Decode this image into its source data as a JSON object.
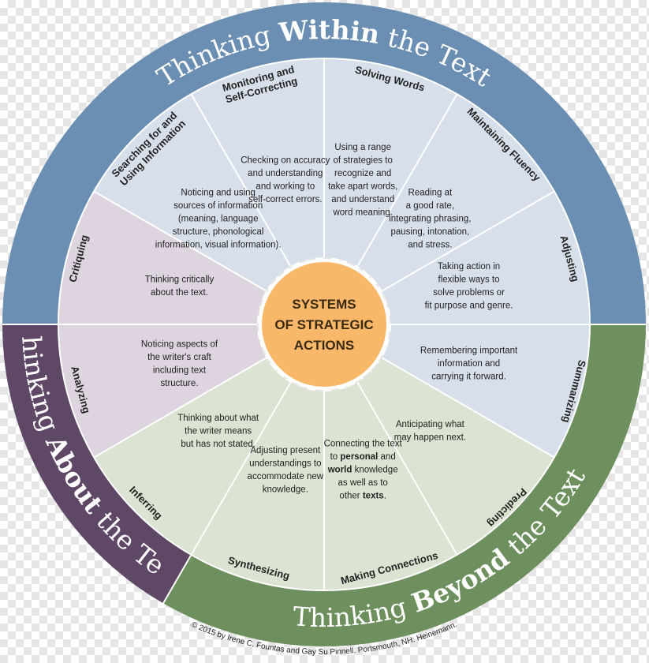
{
  "colors": {
    "within_band": "#6b8fb2",
    "within_segment": "#d7e0ea",
    "beyond_band": "#6e8f5e",
    "beyond_segment": "#dbe3d2",
    "about_band": "#5e4866",
    "about_segment": "#ddd4df",
    "center": "#f9b76a",
    "divider": "#ffffff"
  },
  "bands": {
    "within": {
      "pre": "Thinking ",
      "bold": "Within",
      "post": " the Text"
    },
    "about": {
      "pre": "Thinking ",
      "bold": "About",
      "post": " the Text"
    },
    "beyond": {
      "pre": "Thinking ",
      "bold": "Beyond",
      "post": " the Text"
    }
  },
  "center": {
    "lines": [
      "SYSTEMS",
      "OF STRATEGIC",
      "ACTIONS"
    ]
  },
  "segments": [
    {
      "title": [
        "Solving Words"
      ],
      "desc": [
        "Using a range",
        "of strategies to",
        "recognize and",
        "take apart words,",
        "and understand",
        "word meaning."
      ]
    },
    {
      "title": [
        "Maintaining Fluency"
      ],
      "desc": [
        "Reading at",
        "a good rate,",
        "integrating phrasing,",
        "pausing, intonation,",
        "and stress."
      ]
    },
    {
      "title": [
        "Adjusting"
      ],
      "desc": [
        "Taking action in",
        "flexible ways to",
        "solve problems or",
        "fit purpose and genre."
      ]
    },
    {
      "title": [
        "Summarizing"
      ],
      "desc": [
        "Remembering important",
        "information and",
        "carrying it forward."
      ]
    },
    {
      "title": [
        "Predicting"
      ],
      "desc": [
        "Anticipating what",
        "may happen next."
      ]
    },
    {
      "title": [
        "Making Connections"
      ],
      "desc": [
        [
          {
            "t": "Connecting the text",
            "b": false
          }
        ],
        [
          {
            "t": "to ",
            "b": false
          },
          {
            "t": "personal",
            "b": true
          },
          {
            "t": " and",
            "b": false
          }
        ],
        [
          {
            "t": "world",
            "b": true
          },
          {
            "t": " knowledge",
            "b": false
          }
        ],
        [
          {
            "t": "as well as to",
            "b": false
          }
        ],
        [
          {
            "t": "other ",
            "b": false
          },
          {
            "t": "texts",
            "b": true
          },
          {
            "t": ".",
            "b": false
          }
        ]
      ]
    },
    {
      "title": [
        "Synthesizing"
      ],
      "desc": [
        "Adjusting present",
        "understandings to",
        "accommodate new",
        "knowledge."
      ]
    },
    {
      "title": [
        "Inferring"
      ],
      "desc": [
        "Thinking about what",
        "the writer means",
        "but has not stated."
      ]
    },
    {
      "title": [
        "Analyzing"
      ],
      "desc": [
        "Noticing aspects of",
        "the writer's craft",
        "including text",
        "structure."
      ]
    },
    {
      "title": [
        "Critiquing"
      ],
      "desc": [
        "Thinking critically",
        "about the text."
      ]
    },
    {
      "title": [
        "Searching for and",
        "Using Information"
      ],
      "desc": [
        "Noticing and using",
        "sources of information",
        "(meaning, language",
        "structure, phonological",
        "information, visual information)."
      ]
    },
    {
      "title": [
        "Monitoring and",
        "Self-Correcting"
      ],
      "desc": [
        "Checking on accuracy",
        "and understanding",
        "and working to",
        "self-correct errors."
      ]
    }
  ],
  "credit": "© 2015 by Irene C. Fountas and Gay Su Pinnell. Portsmouth, NH: Heinemann."
}
